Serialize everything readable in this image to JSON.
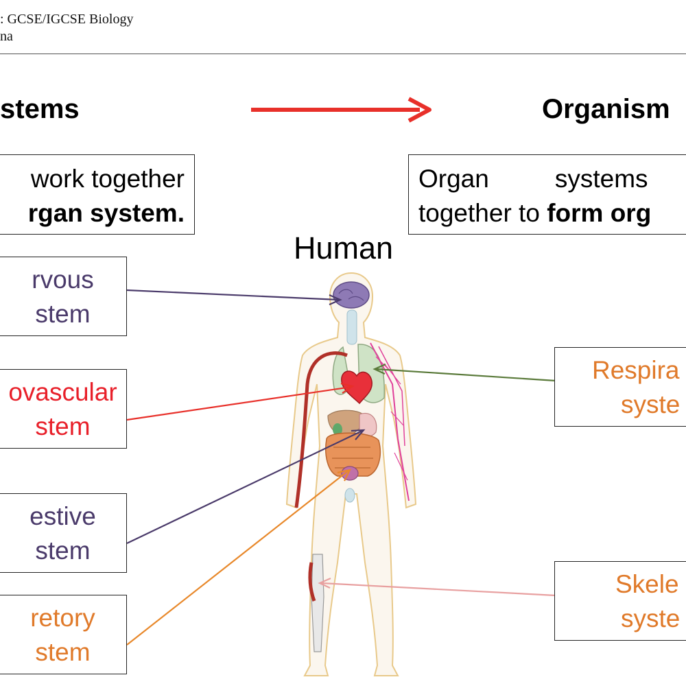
{
  "header": {
    "line1": ": GCSE/IGCSE Biology",
    "line2": "na"
  },
  "titles": {
    "left": "stems",
    "right": "Organism"
  },
  "left_box": {
    "line1": "work  together",
    "line2_bold": "rgan system."
  },
  "right_box": {
    "line1_a": "Organ",
    "line1_b": "systems",
    "line2_a": "together to ",
    "line2_bold": "form org"
  },
  "diagram_title": "Human",
  "labels": {
    "nervous": {
      "line1": "rvous",
      "line2": "stem",
      "color": "#4a3a6a"
    },
    "cardiovascular": {
      "line1": "ovascular",
      "line2": "stem",
      "color": "#e8202a"
    },
    "digestive": {
      "line1": "estive",
      "line2": "stem",
      "color": "#4a3a6a"
    },
    "excretory": {
      "line1": "retory",
      "line2": "stem",
      "color": "#e07a2a"
    },
    "respiratory": {
      "line1": "Respira",
      "line2": "syste",
      "color": "#e07a2a"
    },
    "skeletal": {
      "line1": "Skele",
      "line2": "syste",
      "color": "#e07a2a"
    }
  },
  "colors": {
    "main_arrow": "#e8302a",
    "nervous_arrow": "#4a3a6a",
    "cardio_arrow": "#e8302a",
    "digestive_arrow": "#4a3a6a",
    "excretory_arrow": "#e8882a",
    "respiratory_arrow": "#5a7a3a",
    "skeletal_arrow": "#e8a0a0"
  }
}
